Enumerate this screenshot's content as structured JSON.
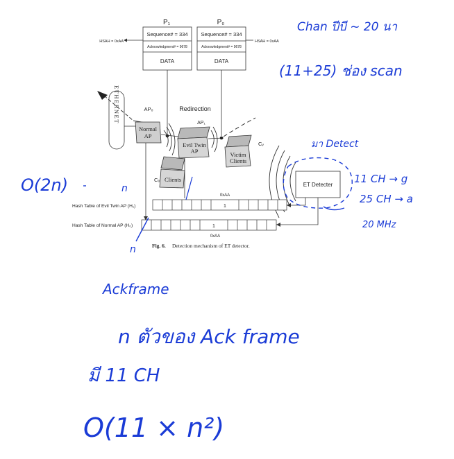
{
  "packets": {
    "p1": {
      "label": "P₁",
      "sequence": "Sequence# = 334",
      "ack": "Acknowledgment# = 9678",
      "data": "DATA",
      "hsah": "HSAH = 0xAA"
    },
    "p0": {
      "label": "P₀",
      "sequence": "Sequence# = 334",
      "ack": "Acknowledgment# = 9678",
      "data": "DATA",
      "hsah": "HSAH = 0xAA"
    }
  },
  "network": {
    "ethernet": "ETHERNET",
    "ap0": "AP₀",
    "ap1": "AP₁",
    "redirection": "Redirection",
    "normal_ap": [
      "Normal",
      "AP"
    ],
    "evil_twin_ap": [
      "Evil Twin",
      "AP"
    ],
    "victim_clients": [
      "Victim",
      "Clients"
    ],
    "clients": "Clients",
    "c0": "C₀",
    "cv": "Cᵥ",
    "et_detector": "ET Detecter"
  },
  "hash_tables": {
    "evil_label": "Hash Table of Evil Twin AP (H₁)",
    "normal_label": "Hash Table of Normal AP (H₀)",
    "top_value": "0xAA",
    "bottom_value": "0xAA",
    "cell_value": "1"
  },
  "caption": {
    "fig": "Fig. 6.",
    "text": "Detection mechanism of ET detector."
  },
  "annotations": {
    "top_right": "Chan ปีบี ~ 20 นา",
    "scan": "(11+25) ช่อง scan",
    "left_o": "O(2n)",
    "n_upper": "n",
    "n_lower": "n",
    "detect": "มา Detect",
    "ch11": "11 CH → g",
    "ch25": "25 CH → a",
    "mhz": "20 MHz",
    "ackframe": "Ackframe",
    "n_thai": "n ตัวของ Ack frame",
    "ch_thai": "มี 11 CH",
    "complexity": "O(11 × n²)"
  }
}
